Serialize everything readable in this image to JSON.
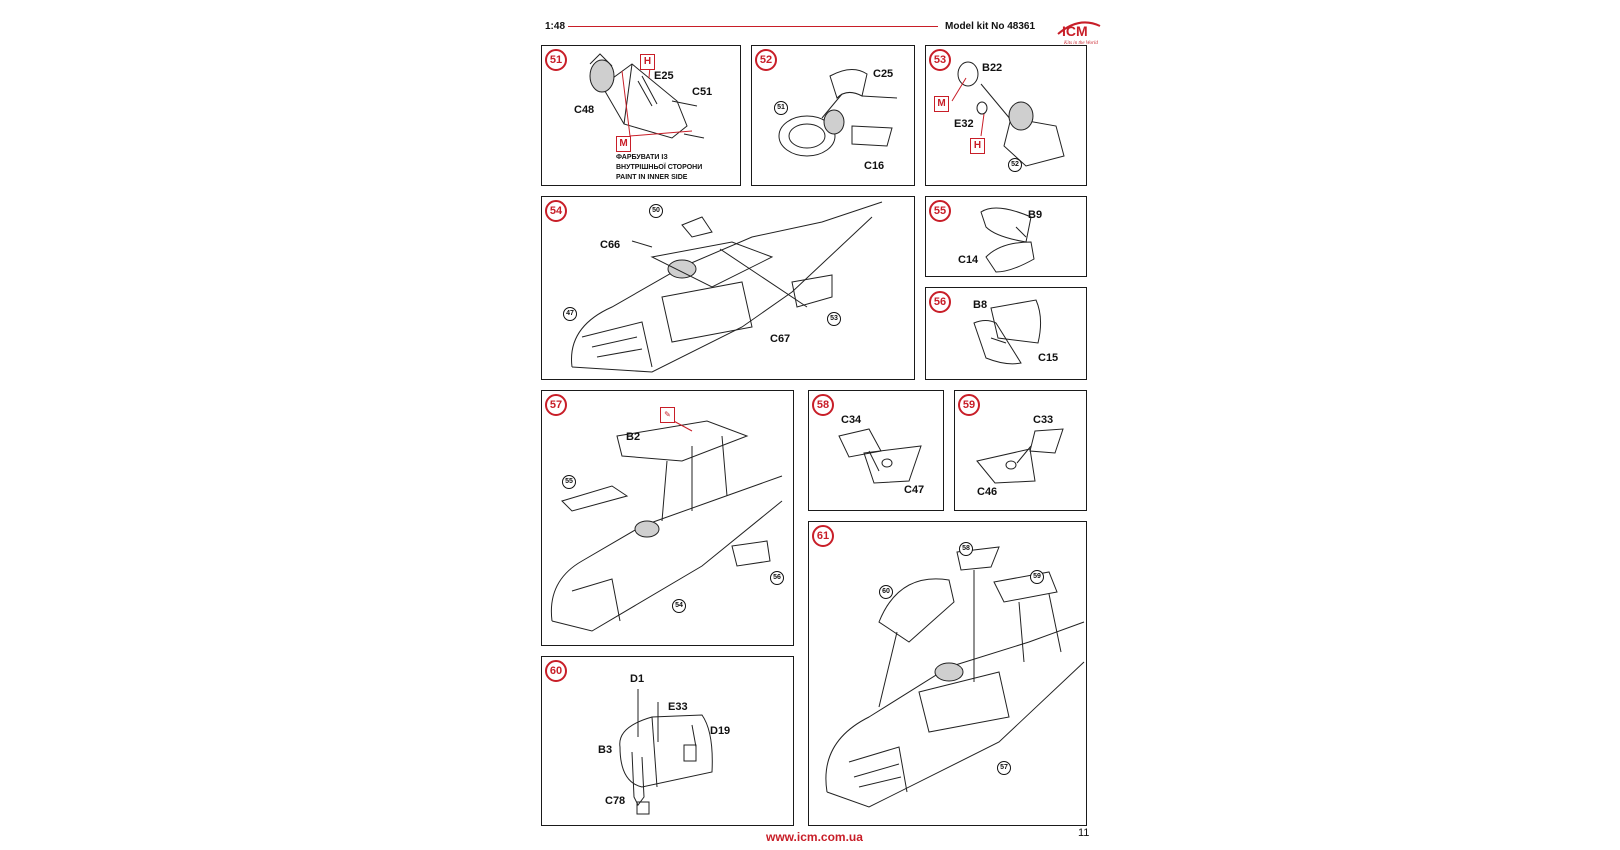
{
  "header": {
    "scale": "1:48",
    "kit": "Model kit No 48361",
    "logo_text": "ICM",
    "logo_tagline": "Kits in the World"
  },
  "footer": {
    "url": "www.icm.com.ua",
    "page": "11"
  },
  "steps": {
    "s51": {
      "num": "51",
      "parts": [
        "E25",
        "C51",
        "C48"
      ],
      "paint": [
        "H",
        "M"
      ],
      "note_ua": "ФАРБУВАТИ ІЗ",
      "note_ua2": "ВНУТРІШНЬОЇ СТОРОНИ",
      "note_en": "PAINT IN INNER SIDE"
    },
    "s52": {
      "num": "52",
      "parts": [
        "C25",
        "C16"
      ],
      "refs": [
        "51"
      ]
    },
    "s53": {
      "num": "53",
      "parts": [
        "B22",
        "E32"
      ],
      "paint": [
        "M",
        "H"
      ],
      "refs": [
        "52"
      ]
    },
    "s54": {
      "num": "54",
      "parts": [
        "C66",
        "C67"
      ],
      "refs": [
        "50",
        "47",
        "53"
      ]
    },
    "s55": {
      "num": "55",
      "parts": [
        "B9",
        "C14"
      ]
    },
    "s56": {
      "num": "56",
      "parts": [
        "B8",
        "C15"
      ]
    },
    "s57": {
      "num": "57",
      "parts": [
        "B2"
      ],
      "refs": [
        "55",
        "56",
        "54"
      ]
    },
    "s58": {
      "num": "58",
      "parts": [
        "C34",
        "C47"
      ]
    },
    "s59": {
      "num": "59",
      "parts": [
        "C33",
        "C46"
      ]
    },
    "s60": {
      "num": "60",
      "parts": [
        "D1",
        "E33",
        "D19",
        "B3",
        "C78"
      ]
    },
    "s61": {
      "num": "61",
      "refs": [
        "58",
        "59",
        "60",
        "57"
      ]
    }
  }
}
